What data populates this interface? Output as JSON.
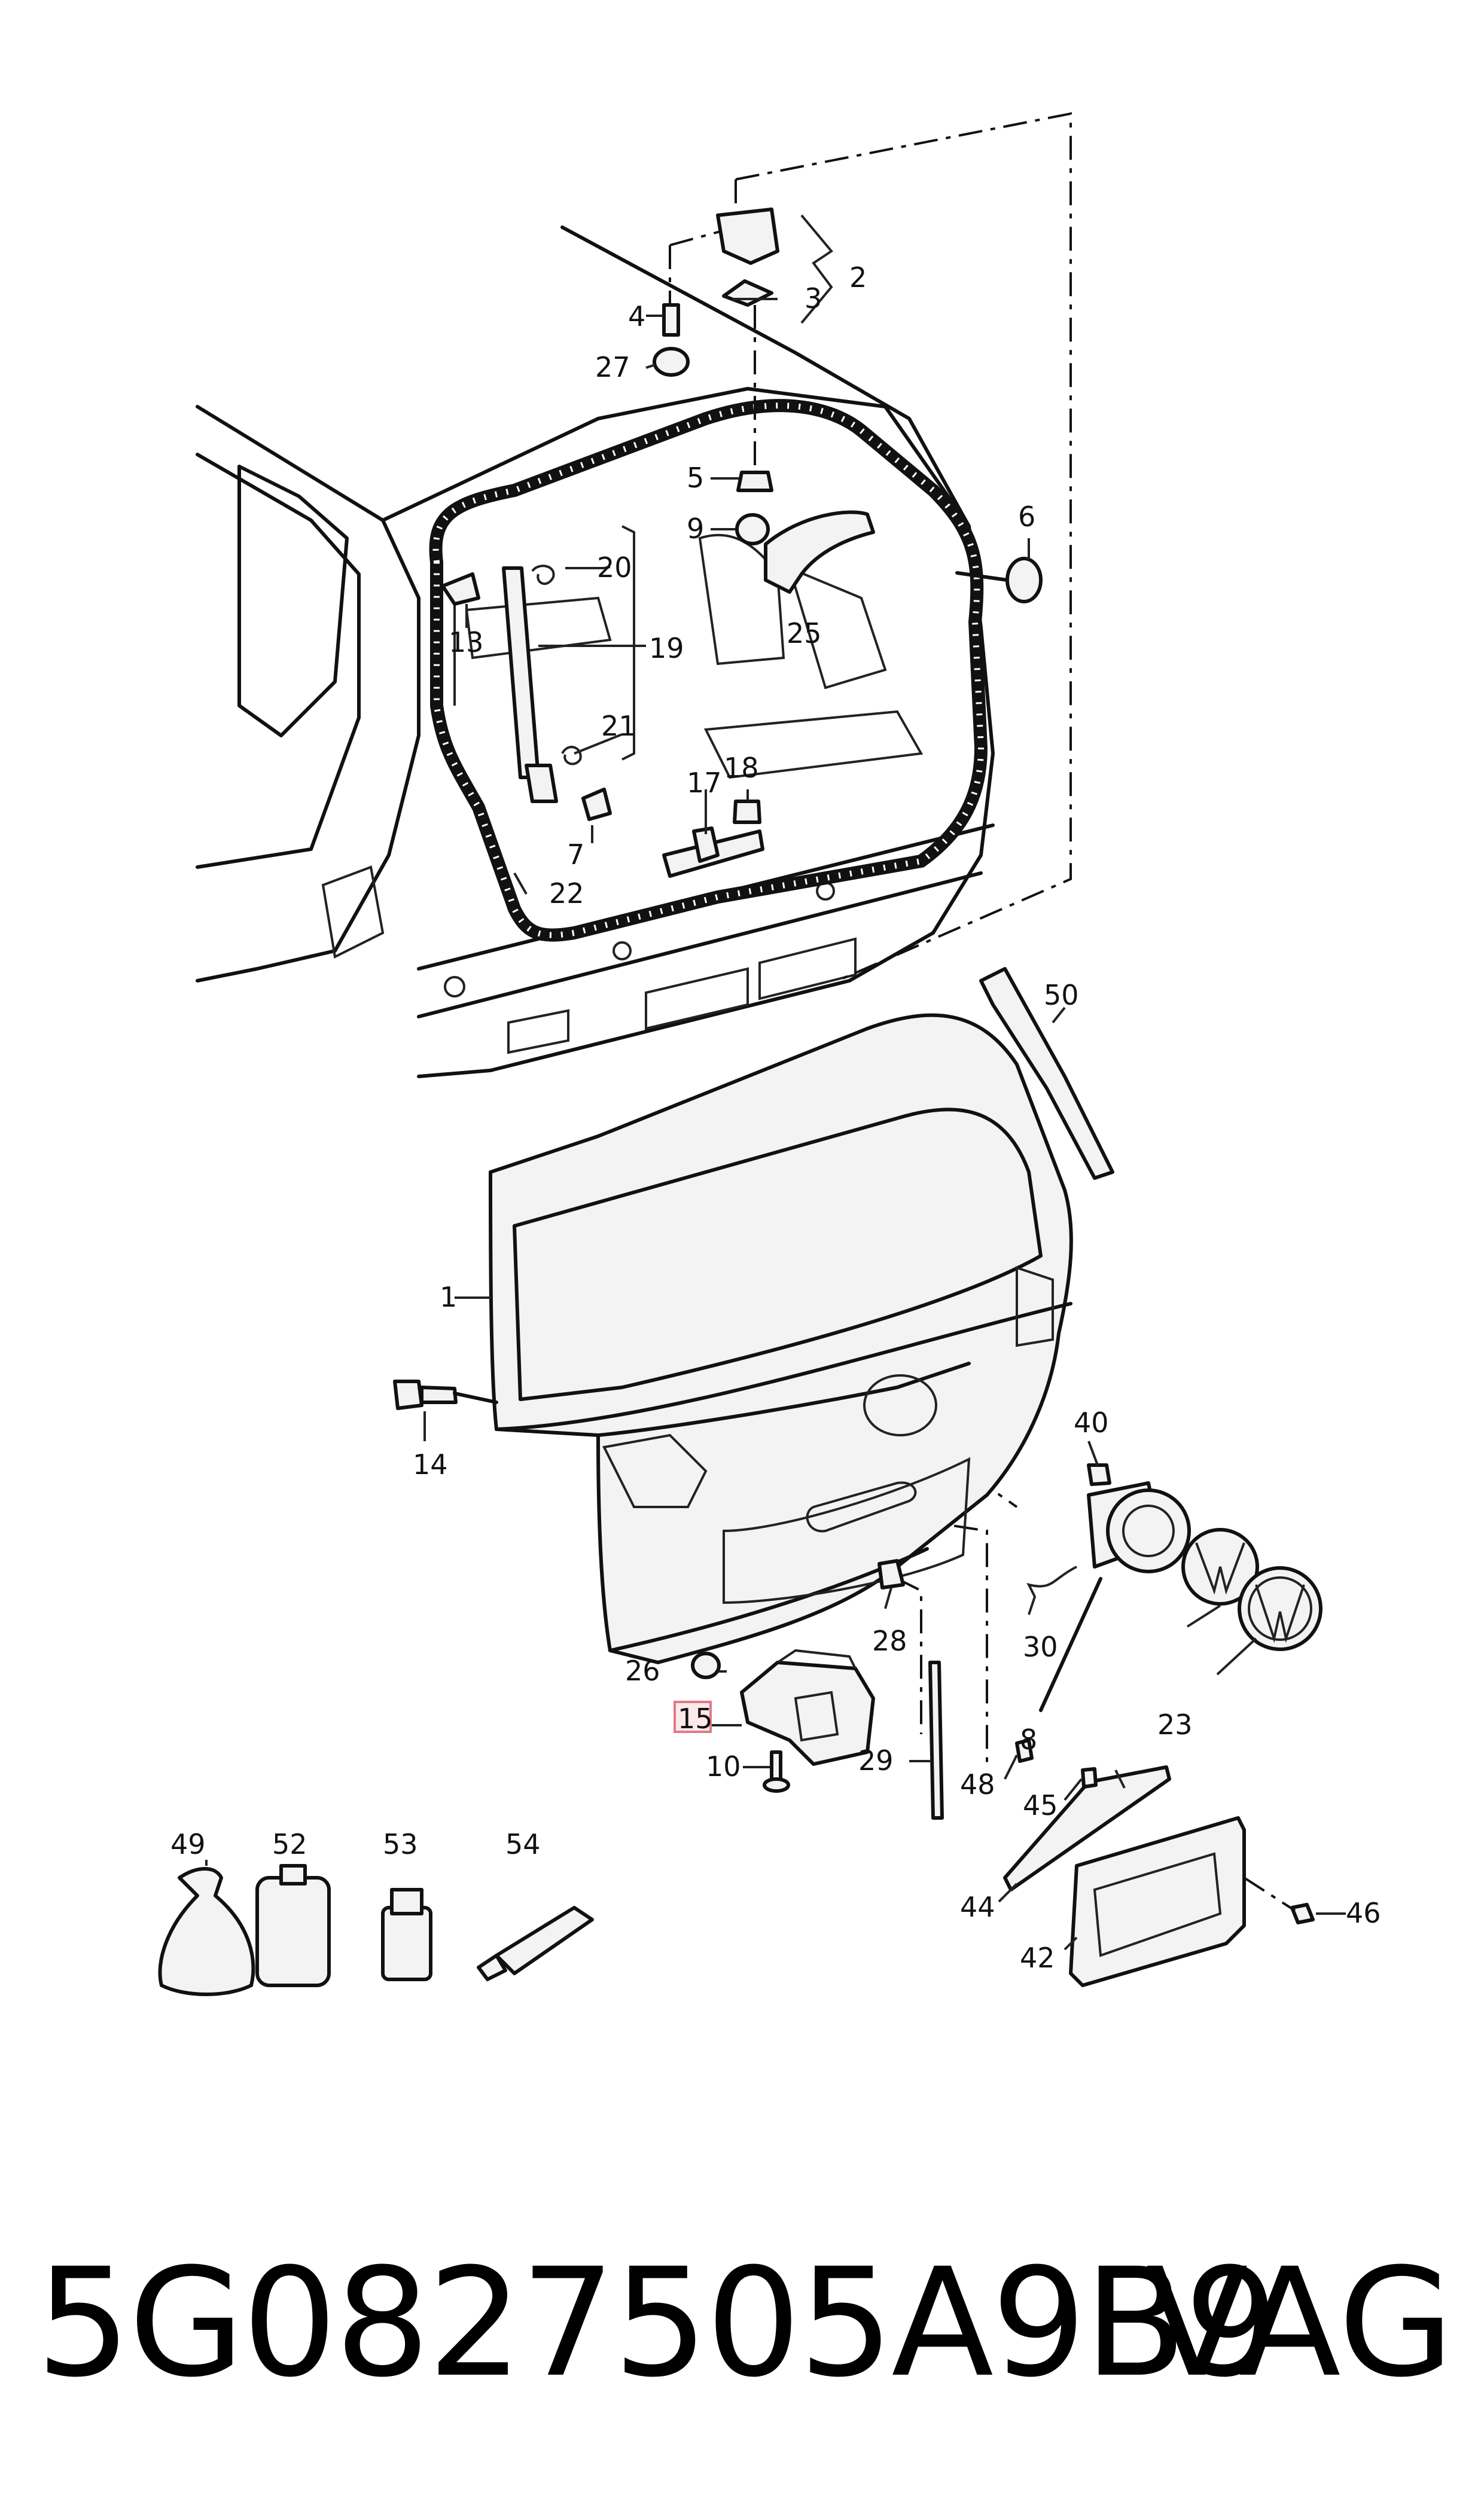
{
  "diagram": {
    "callouts": {
      "c1": "1",
      "c2": "2",
      "c3": "3",
      "c4": "4",
      "c5": "5",
      "c6": "6",
      "c7": "7",
      "c8": "8",
      "c9": "9",
      "c10": "10",
      "c13": "13",
      "c14": "14",
      "c15": "15",
      "c17": "17",
      "c18": "18",
      "c19": "19",
      "c20": "20",
      "c21": "21",
      "c22": "22",
      "c23": "23",
      "c25": "25",
      "c26": "26",
      "c27": "27",
      "c28": "28",
      "c29": "29",
      "c30": "30",
      "c40": "40",
      "c42": "42",
      "c44": "44",
      "c45": "45",
      "c46": "46",
      "c48": "48",
      "c49": "49",
      "c50": "50",
      "c52": "52",
      "c53": "53",
      "c54": "54"
    },
    "highlighted_callout": "15",
    "highlight_color": "#fde9ea"
  },
  "footer": {
    "part_number": "5G0827505A9B9",
    "brand": "VAG"
  }
}
